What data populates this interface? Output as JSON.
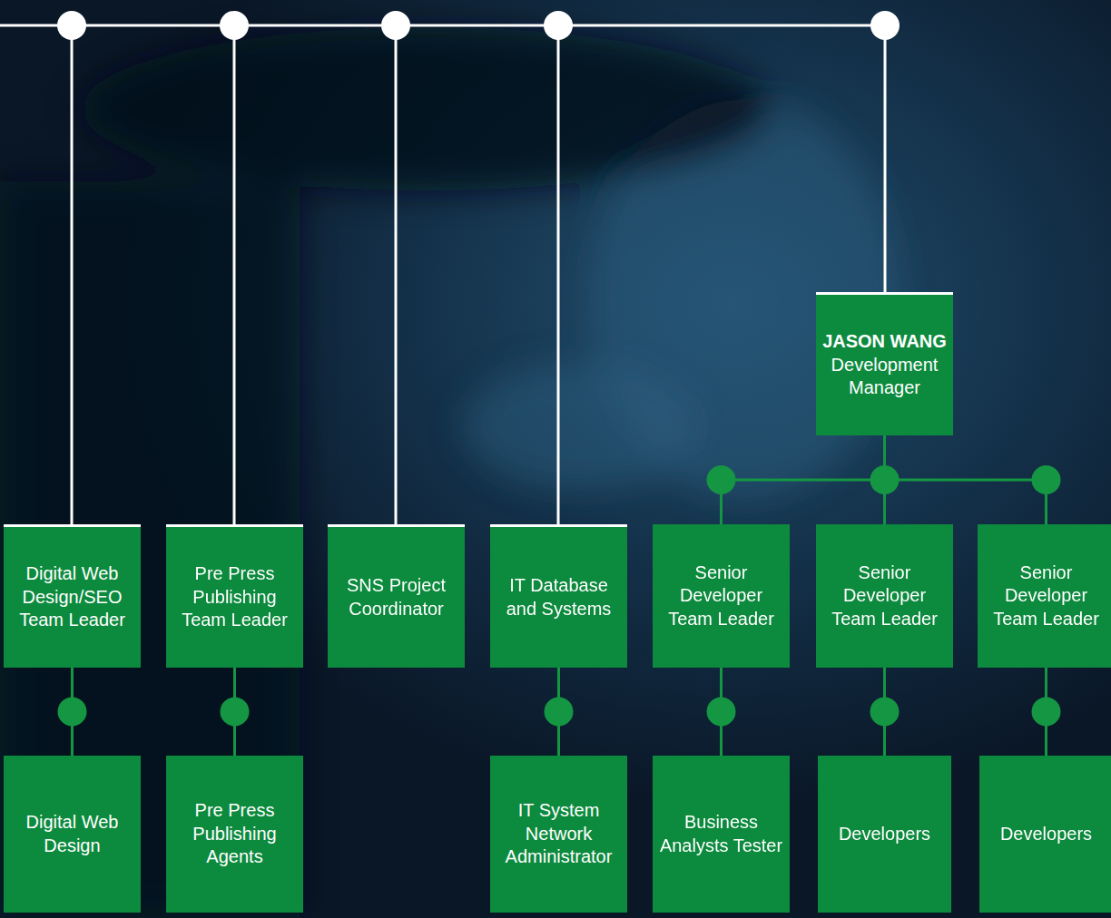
{
  "diagram": {
    "nodes": [
      {
        "text": [
          "JASON WANG",
          "Development Manager"
        ]
      },
      {
        "text": [
          "Digital Web Design/SEO Team Leader"
        ]
      },
      {
        "text": [
          "Pre Press Publishing Team Leader"
        ]
      },
      {
        "text": [
          "SNS Project Coordinator"
        ]
      },
      {
        "text": [
          "IT Database and Systems"
        ]
      },
      {
        "text": [
          "Senior Developer Team Leader"
        ]
      },
      {
        "text": [
          "Senior Developer Team Leader"
        ]
      },
      {
        "text": [
          "Senior Developer Team Leader"
        ]
      },
      {
        "text": [
          "Digital Web Design"
        ]
      },
      {
        "text": [
          "Pre Press Publishing Agents"
        ]
      },
      {
        "text": [
          "IT System Network Administrator"
        ]
      },
      {
        "text": [
          "Business Analysts Tester"
        ]
      },
      {
        "text": [
          "Developers"
        ]
      },
      {
        "text": [
          "Developers"
        ]
      }
    ],
    "edges": [
      {
        "from": 0,
        "to": 5,
        "arrow": "none"
      },
      {
        "from": 0,
        "to": 6,
        "arrow": "none"
      },
      {
        "from": 0,
        "to": 7,
        "arrow": "none"
      },
      {
        "from": 1,
        "to": 8,
        "arrow": "none"
      },
      {
        "from": 2,
        "to": 9,
        "arrow": "none"
      },
      {
        "from": 4,
        "to": 10,
        "arrow": "none"
      },
      {
        "from": 5,
        "to": 11,
        "arrow": "none"
      },
      {
        "from": 6,
        "to": 12,
        "arrow": "none"
      },
      {
        "from": 7,
        "to": 13,
        "arrow": "none"
      }
    ]
  }
}
